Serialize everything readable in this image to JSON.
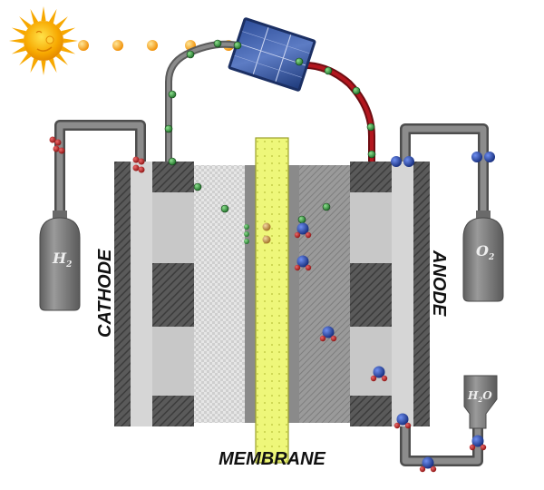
{
  "labels": {
    "cathode": "CATHODE",
    "anode": "ANODE",
    "membrane": "MEMBRANE"
  },
  "tanks": {
    "left": {
      "main": "H",
      "sub": "2"
    },
    "right": {
      "main": "O",
      "sub": "2"
    },
    "water": {
      "main": "H",
      "sub": "2",
      "suffix": "O"
    }
  },
  "colors": {
    "sun": "#f7a800",
    "photon": "#f5a623",
    "solar_panel": "#3b5fa6",
    "electron": "#2e9b3b",
    "proton": "#c79a3a",
    "oxygen": "#1e3c9e",
    "hydrogen_atom": "#b02020",
    "membrane": "#eef77a",
    "pipe": "#6b6b6b",
    "positive_wire": "#a8141b"
  },
  "icons": {
    "sun": "sun-icon",
    "solar_panel": "solar-panel-icon"
  }
}
